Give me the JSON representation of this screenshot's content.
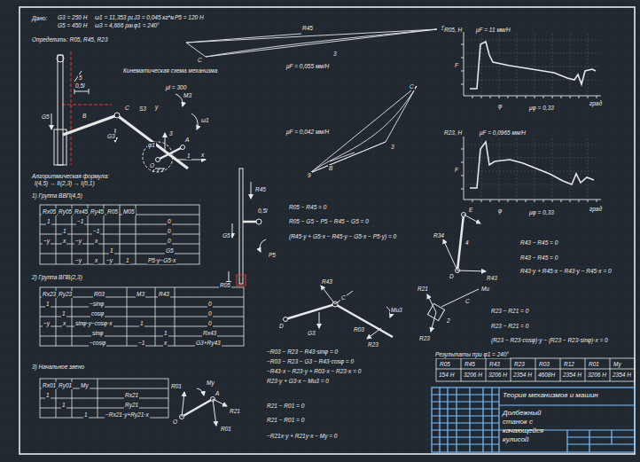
{
  "diagram": {
    "nodes": [
      {
        "text": [
          "Теория механизмов и машин"
        ]
      },
      {
        "text": [
          "Долбежный станок с качающейся кулисой"
        ]
      }
    ],
    "labels": [
      "Дано:",
      "G3 = 250 Н",
      "G5 = 450 Н",
      "ω1 = 11,353 рад/с",
      "ω3 = 4,666 рад/с",
      "J3 = 0,045 кг*м²",
      "φ1 = 240°",
      "P5 = 120 Н",
      "Определить: R05, R45, R23",
      "Кинематическая схема механизма",
      "μl = 300",
      "0,5l",
      "5",
      "G5",
      "B",
      "C",
      "S3",
      "y",
      "G3",
      "3",
      "A",
      "1",
      "O",
      "x",
      "φ1",
      "ω1",
      "M3",
      "Алгоритмическая формула:",
      "I(4,5) → II(2,3) → I(0,1)",
      "1) Группа ВВП(4,5)",
      "Rx05",
      "Ry05",
      "Rx45",
      "Ry45",
      "R05",
      "M05",
      "1",
      "−1",
      "0",
      "1",
      "−1",
      "0",
      "−y",
      "x",
      "−y",
      "x",
      "0",
      "1",
      "G5",
      "−y",
      "x",
      "−y",
      "1",
      "P5·y−G5·x",
      "2) Группа ВПВ(2,3)",
      "Rx23",
      "Ry23",
      "R03",
      "M3",
      "R43",
      "1",
      "−sinφ",
      "0",
      "1",
      "cosφ",
      "0",
      "−y",
      "x",
      "sinφ·y−cosφ·x",
      "1",
      "0",
      "sinφ",
      "1",
      "Rx43",
      "−cosφ",
      "−1",
      "x",
      "G3+Ry43",
      "3) Начальное звено",
      "Rx01",
      "Ry01",
      "My",
      "1",
      "Rx21",
      "1",
      "Ry21",
      "1",
      "−Rx21·y+Ry21·x",
      "μF = 0,055 мм/Н",
      "R45",
      "C",
      "3",
      "9",
      "μF = 0,042 мм/Н",
      "C",
      "3",
      "B",
      "9",
      "R05, Н",
      "μF = 11 мм/Н",
      "F",
      "φ",
      "μφ = 0,33",
      "град",
      "R23, Н",
      "μF = 0,0965 мм/Н",
      "F",
      "φ",
      "μφ = 0,33",
      "град",
      "R45",
      "0,5l",
      "G5",
      "P5",
      "R05",
      "R05 − R45 = 0",
      "R05 − G5 − P5 − R45 − G5 = 0",
      "(R45·y + G5·x − R45·y − G5·x − P5·y) = 0",
      "R43",
      "C",
      "D",
      "G3",
      "R23",
      "Mи3",
      "R03",
      "−R03 − R23 − R43·sinφ = 0",
      "−R03 − R23 − G3 − R43·cosφ = 0",
      "−R43·x − R23·y + R03·x − R23·x = 0",
      "R23·y + G3·x − Mи3 = 0",
      "R01",
      "My",
      "A",
      "R21",
      "O",
      "R01",
      "R21 − R01 = 0",
      "R21 − R01 = 0",
      "−R21x·y + R21y·x − My = 0",
      "R21",
      "C",
      "Mи",
      "R23",
      "2",
      "R23 − R21 = 0",
      "R23 − R21 = 0",
      "(R23 − R23·cosφ)·y − (R23 − R23·sinφ)·x = 0",
      "E",
      "4",
      "D",
      "R43",
      "R34",
      "R43 − R45 = 0",
      "R43 − R45 = 0",
      "R43·y + R45·x − R43·y − R45·x = 0",
      "Результаты при φ1 = 240°",
      "R05",
      "R45",
      "R43",
      "R23",
      "R03",
      "R12",
      "R01",
      "Mу",
      "154 Н",
      "3206 Н",
      "3206 Н",
      "2354 Н",
      "4608Н",
      "2354 Н",
      "3206 Н",
      "2354 Н"
    ]
  }
}
